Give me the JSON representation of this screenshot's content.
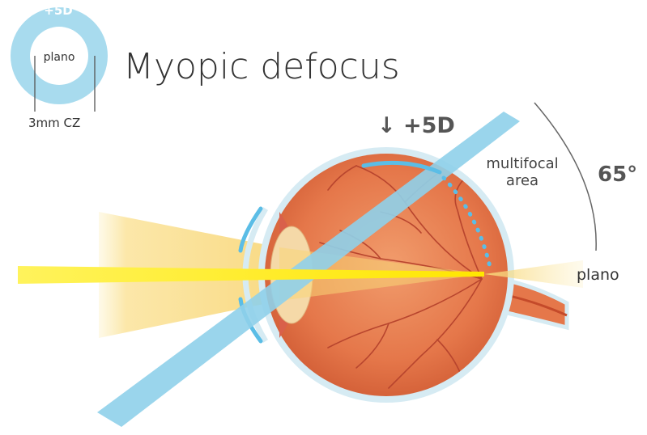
{
  "title": "Myopic defocus",
  "lens_icon": {
    "outer_power": "+5D",
    "center_power": "plano",
    "zone_label": "3mm CZ"
  },
  "labels": {
    "peripheral_power": "↓ +5D",
    "area_line1": "multifocal",
    "area_line2": "area",
    "angle": "65°",
    "central_power": "plano"
  },
  "colors": {
    "lens_ring": "#a8dbee",
    "light_blue_ray": "#8fd0ea",
    "yellow_beam": "#ffe600",
    "eye_body": "#e5774a",
    "eye_outer_layer": "#d6ebf3",
    "vessels": "#b8452e",
    "defocus_marker": "#5bbde6"
  }
}
